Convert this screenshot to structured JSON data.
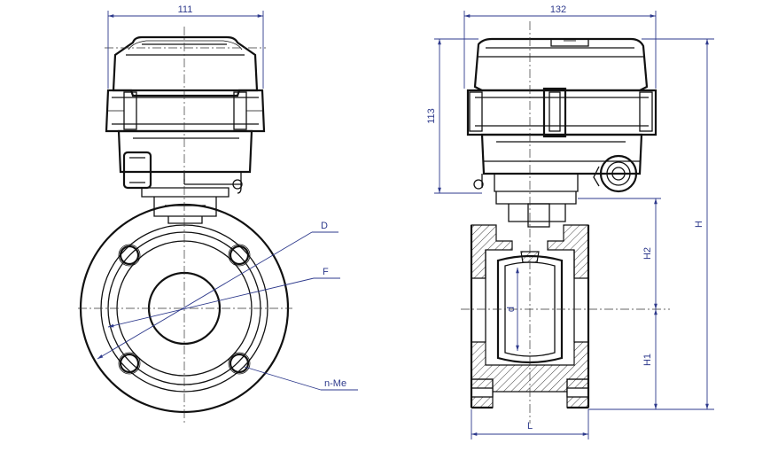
{
  "labels": {
    "dim_top_left": "111",
    "dim_top_right": "132",
    "dim_height_actuator": "113",
    "dim_total_height": "H",
    "dim_h2": "H2",
    "dim_h1": "H1",
    "dim_length": "L",
    "dim_bore": "d",
    "leader_d": "D",
    "leader_f": "F",
    "leader_bolts": "n-Me"
  },
  "colors": {
    "dimension": "#2e3a8c",
    "outline": "#111111",
    "background": "#ffffff"
  }
}
